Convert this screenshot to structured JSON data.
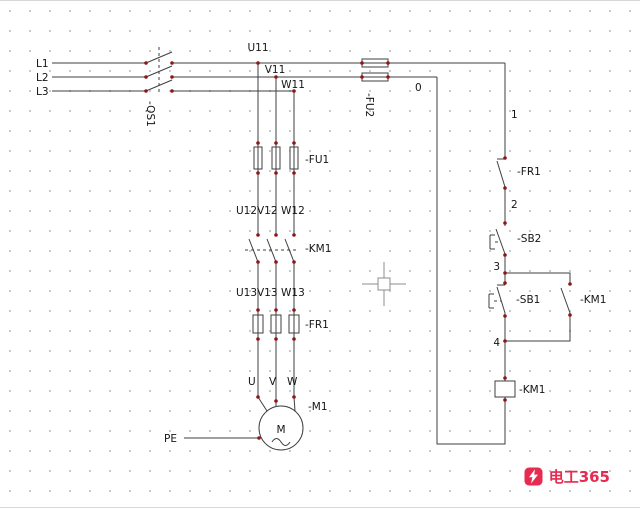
{
  "colors": {
    "wire": "#3f3f3f",
    "junction": "#8e1616",
    "text": "#151515",
    "brand": "#e62a50",
    "grid_dot": "#c8c8c8",
    "crosshair": "#8c8c8c"
  },
  "power_circuit": {
    "phases": {
      "l1": "L1",
      "l2": "L2",
      "l3": "L3"
    },
    "wire_labels": {
      "u11": "U11",
      "v11": "V11",
      "w11": "W11",
      "u12": "U12",
      "v12": "V12",
      "w12": "W12",
      "u13": "U13",
      "v13": "V13",
      "w13": "W13",
      "u": "U",
      "v": "V",
      "w": "W"
    },
    "devices": {
      "disconnect": "-QS1",
      "fuse_main": "-FU1",
      "contactor_main": "-KM1",
      "overload": "-FR1",
      "motor_tag": "-M1",
      "motor_letter": "M",
      "earth": "PE"
    }
  },
  "control_circuit": {
    "wire_numbers": {
      "n0": "0",
      "n1": "1",
      "n2": "2",
      "n3": "3",
      "n4": "4"
    },
    "devices": {
      "fuse_control": "-FU2",
      "overload_nc": "-FR1",
      "start_button": "-SB2",
      "stop_button": "-SB1",
      "holding_contact": "-KM1",
      "coil": "-KM1"
    }
  },
  "watermark": {
    "brand": "电工365"
  }
}
